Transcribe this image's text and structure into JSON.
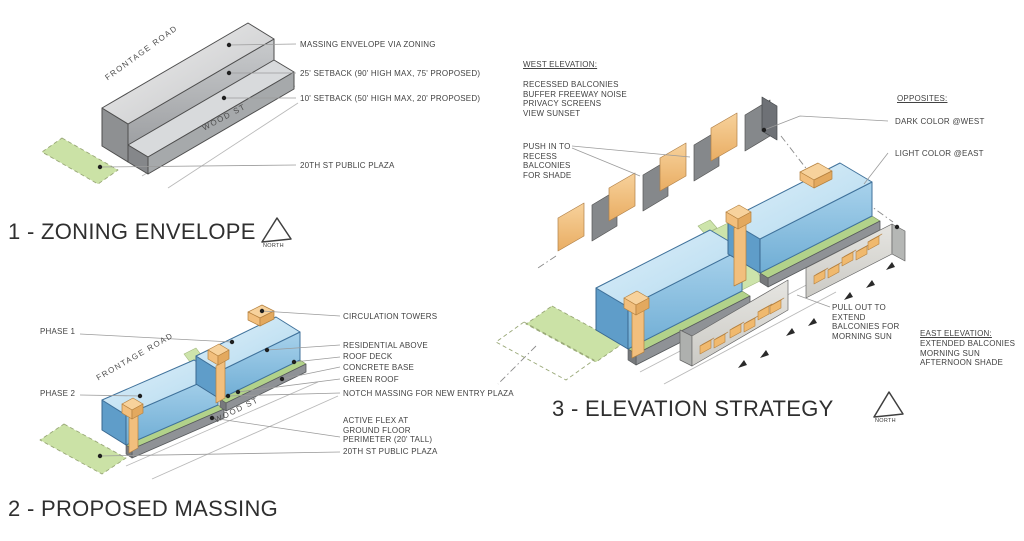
{
  "colors": {
    "background": "#ffffff",
    "ink": "#424242",
    "leader": "#9b9b9b",
    "blue_top": "#d6ecf8",
    "blue_front": "#8fc3e3",
    "blue_end": "#5f9dc9",
    "grey_base": "#8f9296",
    "green_plaza": "#cbe2a6",
    "green_roof": "#b2d28a",
    "orange_tower": "#f2bf7d",
    "mass_grey": "#aeb0b2",
    "strip_grey": "#d9d8d4"
  },
  "panel1": {
    "title": "1 - ZONING ENVELOPE",
    "north": "NORTH",
    "streets": {
      "frontage": "FRONTAGE ROAD",
      "wood": "WOOD ST"
    },
    "callouts": [
      "MASSING ENVELOPE VIA ZONING",
      "25' SETBACK (90' HIGH MAX, 75' PROPOSED)",
      "10' SETBACK (50' HIGH MAX, 20' PROPOSED)",
      "20TH ST PUBLIC PLAZA"
    ]
  },
  "panel2": {
    "title": "2 - PROPOSED MASSING",
    "streets": {
      "frontage": "FRONTAGE ROAD",
      "wood": "WOOD ST"
    },
    "phases": [
      "PHASE 1",
      "PHASE 2"
    ],
    "callouts": [
      "CIRCULATION TOWERS",
      "RESIDENTIAL ABOVE",
      "ROOF DECK",
      "CONCRETE BASE",
      "GREEN ROOF",
      "NOTCH MASSING FOR NEW ENTRY PLAZA",
      "ACTIVE FLEX  AT\nGROUND FLOOR\nPERIMETER (20' TALL)",
      "20TH ST PUBLIC PLAZA"
    ]
  },
  "panel3": {
    "title": "3 - ELEVATION STRATEGY",
    "north": "NORTH",
    "west_heading": "WEST ELEVATION:",
    "west_notes": "RECESSED BALCONIES\nBUFFER FREEWAY NOISE\nPRIVACY SCREENS\nVIEW SUNSET",
    "push_note": "PUSH IN TO\nRECESS\nBALCONIES\nFOR SHADE",
    "opposites_heading": "OPPOSITES:",
    "opposites": [
      "DARK COLOR @WEST",
      "LIGHT COLOR @EAST"
    ],
    "pull_note": "PULL OUT TO\nEXTEND\nBALCONIES FOR\nMORNING SUN",
    "east_heading": "EAST ELEVATION:",
    "east_notes": "EXTENDED BALCONIES\nMORNING SUN\nAFTERNOON SHADE"
  }
}
